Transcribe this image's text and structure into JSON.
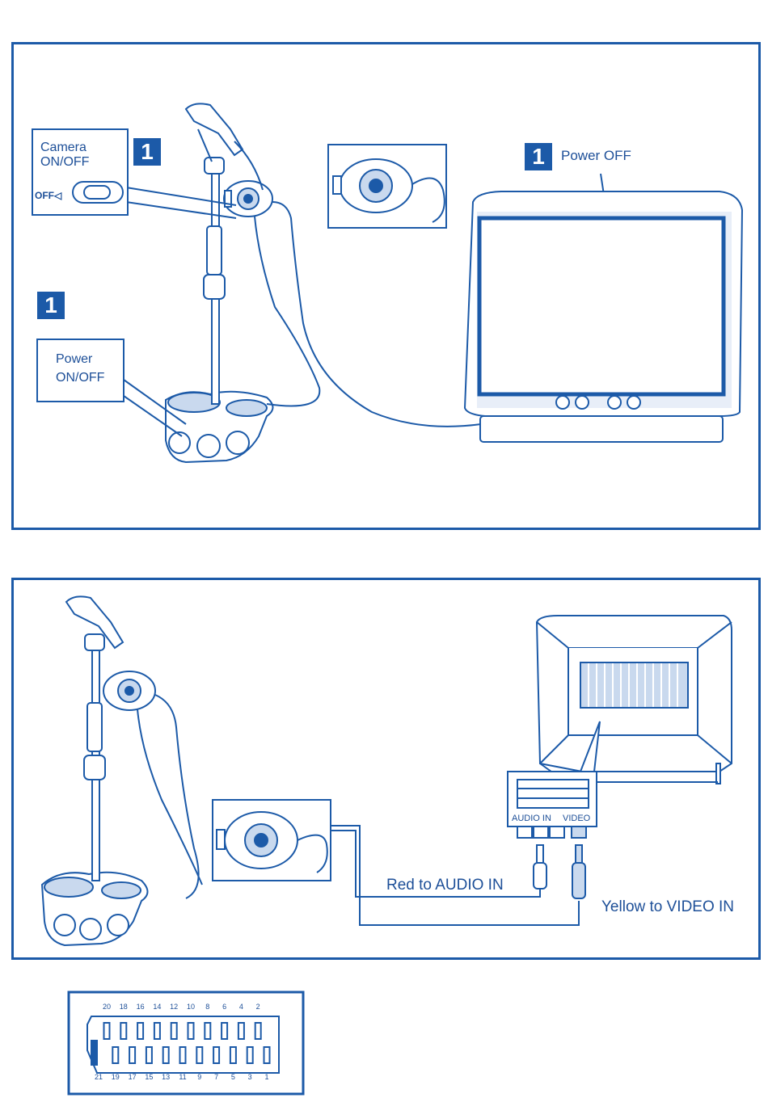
{
  "panel1": {
    "step_numbers": [
      "1",
      "1",
      "1"
    ],
    "camera_label_line1": "Camera",
    "camera_label_line2": "ON/OFF",
    "switch_off_text": "OFF◁",
    "power_label_line1": "Power",
    "power_label_line2": "ON/OFF",
    "tv_power_label": "Power OFF"
  },
  "panel2": {
    "audio_in_port": "AUDIO IN",
    "video_port": "VIDEO",
    "red_cable_label": "Red to AUDIO IN",
    "yellow_cable_label": "Yellow to VIDEO IN"
  },
  "scart": {
    "top_pins": [
      "20",
      "18",
      "16",
      "14",
      "12",
      "10",
      "8",
      "6",
      "4",
      "2"
    ],
    "bottom_pins": [
      "21",
      "19",
      "17",
      "15",
      "13",
      "11",
      "9",
      "7",
      "5",
      "3",
      "1"
    ]
  },
  "colors": {
    "line": "#1c5aa8",
    "accent": "#1c5aa8",
    "light": "#c9d9ee"
  }
}
